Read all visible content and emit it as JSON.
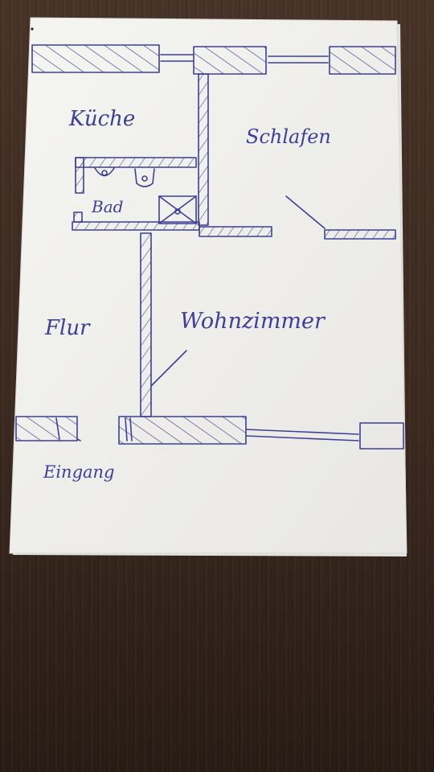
{
  "rooms": {
    "kitchen": "Küche",
    "bedroom": "Schlafen",
    "bathroom": "Bad",
    "hallway": "Flur",
    "living_room": "Wohnzimmer",
    "entrance": "Eingang"
  },
  "colors": {
    "ink": "#3d3f9a",
    "paper": "#f3f2ee",
    "table": "#3b2a22"
  }
}
